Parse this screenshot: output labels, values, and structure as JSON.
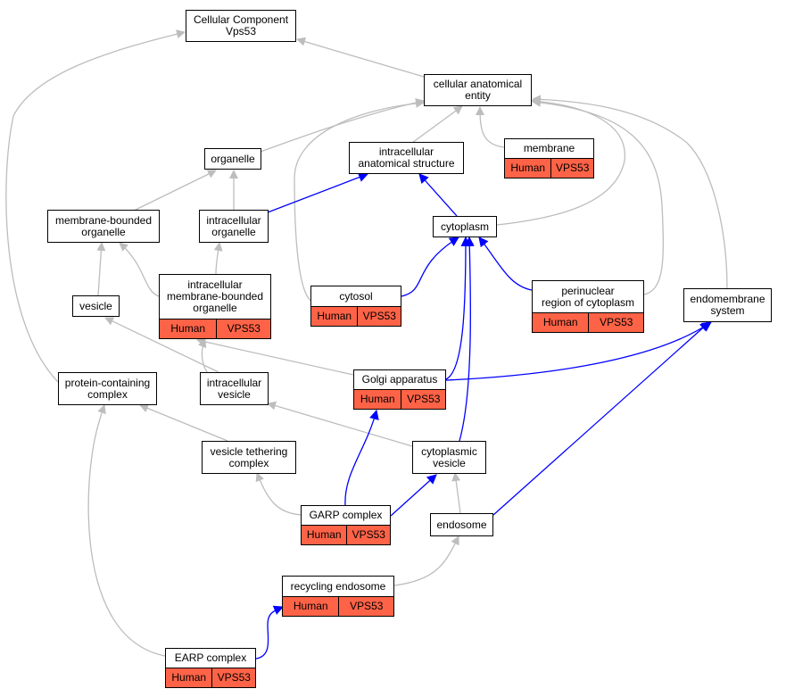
{
  "colors": {
    "is_a": "#bdbdbd",
    "part_of": "#0000ff",
    "annotation": "#ff6347"
  },
  "nodes": {
    "root": "Cellular Component\nVps53",
    "cae": "cellular anatomical\nentity",
    "ias": "intracellular\nanatomical structure",
    "membrane": "membrane",
    "organelle": "organelle",
    "mbo": "membrane-bounded\norganelle",
    "io": "intracellular\norganelle",
    "cytoplasm": "cytoplasm",
    "imbo": "intracellular\nmembrane-bounded\norganelle",
    "cytosol": "cytosol",
    "pnr": "perinuclear\nregion of cytoplasm",
    "endo_sys": "endomembrane\nsystem",
    "vesicle": "vesicle",
    "pcc": "protein-containing\ncomplex",
    "ivesicle": "intracellular\nvesicle",
    "golgi": "Golgi apparatus",
    "vtc": "vesicle tethering\ncomplex",
    "cvesicle": "cytoplasmic\nvesicle",
    "garp": "GARP complex",
    "endosome": "endosome",
    "recycling": "recycling endosome",
    "earp": "EARP complex"
  },
  "annotation": {
    "species": "Human",
    "gene": "VPS53"
  }
}
